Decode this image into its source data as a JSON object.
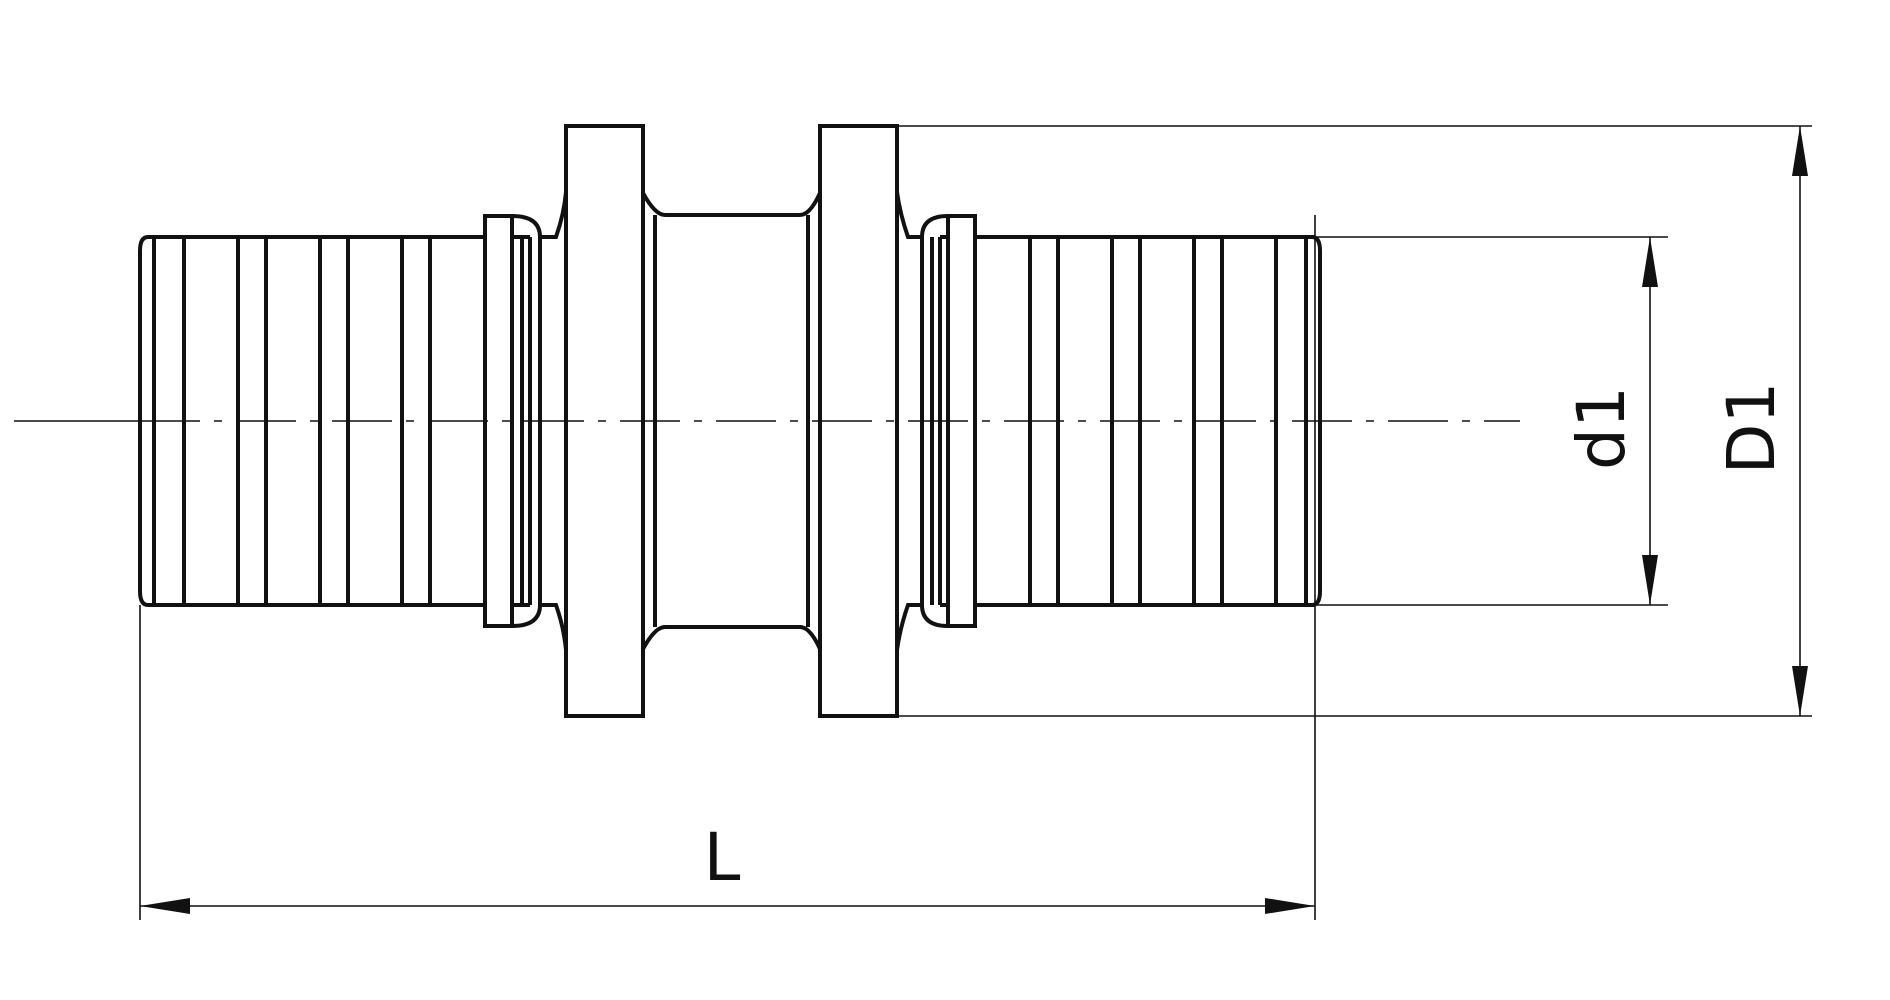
{
  "dimensions": {
    "length": "L",
    "inner_diameter": "d1",
    "outer_diameter": "D1"
  }
}
